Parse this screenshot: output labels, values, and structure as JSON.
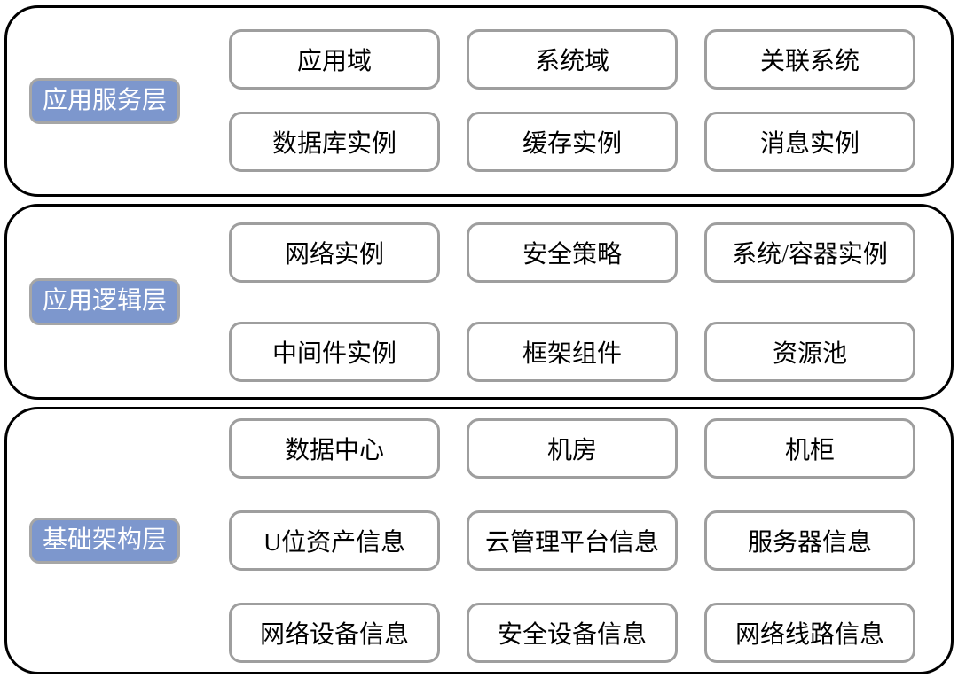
{
  "colors": {
    "container_border": "#000000",
    "box_border": "#9E9E9E",
    "label_bg": "#7D97CD",
    "label_border": "#A6A6A6",
    "label_text": "#FFFFFF",
    "box_text": "#000000",
    "page_bg": "#FFFFFF"
  },
  "diagram_type": "layered-architecture",
  "layers": [
    {
      "label": "应用服务层",
      "boxes": [
        "应用域",
        "系统域",
        "关联系统",
        "数据库实例",
        "缓存实例",
        "消息实例"
      ]
    },
    {
      "label": "应用逻辑层",
      "boxes": [
        "网络实例",
        "安全策略",
        "系统/容器实例",
        "中间件实例",
        "框架组件",
        "资源池"
      ]
    },
    {
      "label": "基础架构层",
      "boxes": [
        "数据中心",
        "机房",
        "机柜",
        "U位资产信息",
        "云管理平台信息",
        "服务器信息",
        "网络设备信息",
        "安全设备信息",
        "网络线路信息"
      ]
    }
  ]
}
